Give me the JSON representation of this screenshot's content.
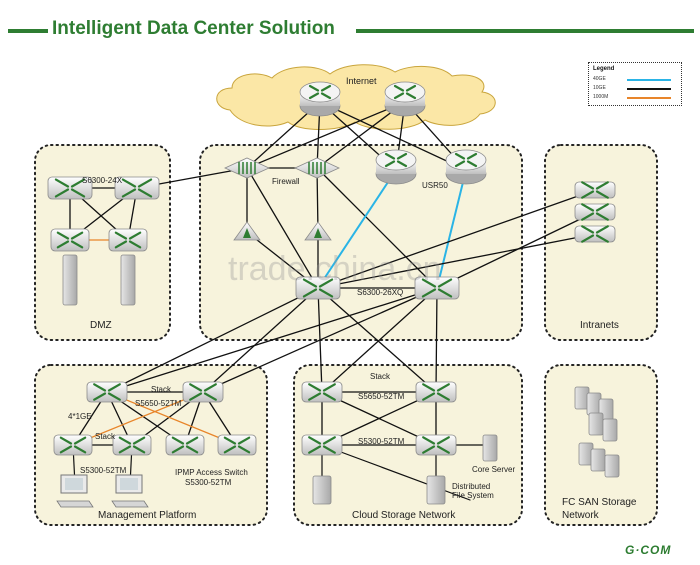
{
  "title": "Intelligent Data Center Solution",
  "legend": {
    "title": "Legend",
    "items": [
      {
        "label": "40GE",
        "color": "#2ab4e6"
      },
      {
        "label": "10GE",
        "color": "#111111"
      },
      {
        "label": "1000M",
        "color": "#e8852a"
      }
    ]
  },
  "labels": {
    "internet": "Internet",
    "s6300_24x": "S6300-24X",
    "firewall": "Firewall",
    "usr50": "USR50",
    "s6300_26xq": "S6300-26XQ",
    "dmz": "DMZ",
    "intranets": "Intranets",
    "stack_mgmt_top": "Stack",
    "s5650_mgmt": "S5650-52TM",
    "four_ge": "4*1GE",
    "stack_mgmt_bottom": "Stack",
    "s5300_mgmt": "S5300-52TM",
    "ipmp_line1": "IPMP Access Switch",
    "ipmp_line2": "S5300-52TM",
    "mgmt_platform": "Management Platform",
    "stack_cloud": "Stack",
    "s5650_cloud": "S5650-52TM",
    "s5300_cloud": "S5300-52TM",
    "core_server": "Core Server",
    "dfs_line1": "Distributed",
    "dfs_line2": "File System",
    "cloud_storage": "Cloud Storage Network",
    "fc_san_line1": "FC SAN Storage",
    "fc_san_line2": "Network"
  },
  "watermark": "trade.china.cn",
  "logo": "G·COM",
  "colors": {
    "brand_green": "#2e7d32",
    "zone_fill": "#f7f3dc",
    "cloud_fill": "#fbe7a6",
    "link_10ge": "#111111",
    "link_40ge": "#2ab4e6",
    "link_1000m": "#e8852a"
  }
}
